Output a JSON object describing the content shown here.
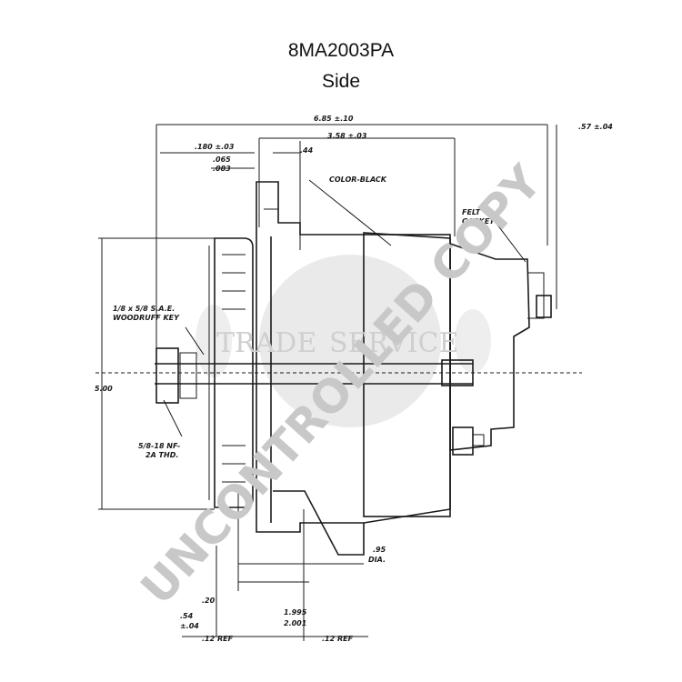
{
  "header": {
    "part_number": "8MA2003PA",
    "view": "Side"
  },
  "dimensions": {
    "overall_length": "6.85 ±.10",
    "body_length": "3.58 ±.03",
    "d1": ".180 ±.03",
    "d2": ".44",
    "d3a": ".065",
    "d3b": ".083",
    "right_top": ".57 ±.04",
    "height": "5.00",
    "foot_height": ".95",
    "foot_height_sub": "DIA.",
    "bottom_a": ".20",
    "bottom_b": ".54",
    "bottom_b_sub": "±.04",
    "bottom_c": "1.995",
    "bottom_d": "2.001",
    "ref_left": ".12 REF",
    "ref_right": ".12 REF"
  },
  "callouts": {
    "color": "COLOR-BLACK",
    "felt_1": "FELT",
    "felt_2": "GASKET",
    "key_1": "1/8 x 5/8 S.A.E.",
    "key_2": "WOODRUFF KEY",
    "thread_1": "5/8-18 NF-",
    "thread_2": "2A THD."
  },
  "watermarks": {
    "center_1": "TRADE",
    "center_2": "SERVICE",
    "stamp": "UNCONTROLLED COPY"
  }
}
